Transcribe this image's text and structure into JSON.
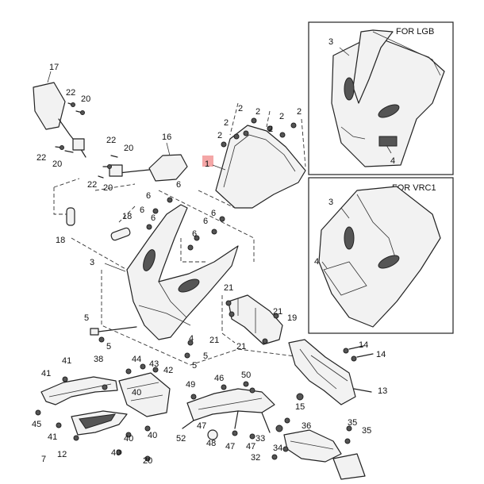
{
  "insets": {
    "lgb_title": "FOR LGB",
    "vrc1_title": "FOR VRC1"
  },
  "highlight_color": "#f4a6a6",
  "callouts": [
    {
      "id": "c17",
      "label": "17"
    },
    {
      "id": "c22a",
      "label": "22"
    },
    {
      "id": "c20a",
      "label": "20"
    },
    {
      "id": "c22b",
      "label": "22"
    },
    {
      "id": "c20b",
      "label": "20"
    },
    {
      "id": "c22c",
      "label": "22"
    },
    {
      "id": "c20c",
      "label": "20"
    },
    {
      "id": "c16",
      "label": "16"
    },
    {
      "id": "c22d",
      "label": "22"
    },
    {
      "id": "c20d",
      "label": "20"
    },
    {
      "id": "c18a",
      "label": "18"
    },
    {
      "id": "c18b",
      "label": "18"
    },
    {
      "id": "c6a",
      "label": "6"
    },
    {
      "id": "c6b",
      "label": "6"
    },
    {
      "id": "c6c",
      "label": "6"
    },
    {
      "id": "c6d",
      "label": "6"
    },
    {
      "id": "c6e",
      "label": "6"
    },
    {
      "id": "c6f",
      "label": "6"
    },
    {
      "id": "c6g",
      "label": "6"
    },
    {
      "id": "c3main",
      "label": "3"
    },
    {
      "id": "c1",
      "label": "1"
    },
    {
      "id": "c2a",
      "label": "2"
    },
    {
      "id": "c2b",
      "label": "2"
    },
    {
      "id": "c2c",
      "label": "2"
    },
    {
      "id": "c2d",
      "label": "2"
    },
    {
      "id": "c2e",
      "label": "2"
    },
    {
      "id": "c2f",
      "label": "2"
    },
    {
      "id": "c2g",
      "label": "2"
    },
    {
      "id": "c3lgb",
      "label": "3"
    },
    {
      "id": "c4lgb",
      "label": "4"
    },
    {
      "id": "c3vrc",
      "label": "3"
    },
    {
      "id": "c4vrc",
      "label": "4"
    },
    {
      "id": "c5a",
      "label": "5"
    },
    {
      "id": "c5b",
      "label": "5"
    },
    {
      "id": "c5c",
      "label": "5"
    },
    {
      "id": "c5d",
      "label": "5"
    },
    {
      "id": "c4main",
      "label": "4"
    },
    {
      "id": "c21a",
      "label": "21"
    },
    {
      "id": "c21b",
      "label": "21"
    },
    {
      "id": "c21c",
      "label": "21"
    },
    {
      "id": "c21d",
      "label": "21"
    },
    {
      "id": "c19",
      "label": "19"
    },
    {
      "id": "c14a",
      "label": "14"
    },
    {
      "id": "c14b",
      "label": "14"
    },
    {
      "id": "c13",
      "label": "13"
    },
    {
      "id": "c15",
      "label": "15"
    },
    {
      "id": "c41a",
      "label": "41"
    },
    {
      "id": "c41b",
      "label": "41"
    },
    {
      "id": "c41c",
      "label": "41"
    },
    {
      "id": "c38",
      "label": "38"
    },
    {
      "id": "c44",
      "label": "44"
    },
    {
      "id": "c43",
      "label": "43"
    },
    {
      "id": "c42",
      "label": "42"
    },
    {
      "id": "c40a",
      "label": "40"
    },
    {
      "id": "c40b",
      "label": "40"
    },
    {
      "id": "c40c",
      "label": "40"
    },
    {
      "id": "c40d",
      "label": "40"
    },
    {
      "id": "c45",
      "label": "45"
    },
    {
      "id": "c12",
      "label": "12"
    },
    {
      "id": "c7",
      "label": "7"
    },
    {
      "id": "c20e",
      "label": "20"
    },
    {
      "id": "c49",
      "label": "49"
    },
    {
      "id": "c46",
      "label": "46"
    },
    {
      "id": "c50",
      "label": "50"
    },
    {
      "id": "c47a",
      "label": "47"
    },
    {
      "id": "c47b",
      "label": "47"
    },
    {
      "id": "c47c",
      "label": "47"
    },
    {
      "id": "c48",
      "label": "48"
    },
    {
      "id": "c52",
      "label": "52"
    },
    {
      "id": "c36",
      "label": "36"
    },
    {
      "id": "c35a",
      "label": "35"
    },
    {
      "id": "c35b",
      "label": "35"
    },
    {
      "id": "c32",
      "label": "32"
    },
    {
      "id": "c34",
      "label": "34"
    },
    {
      "id": "c33",
      "label": "33"
    }
  ]
}
